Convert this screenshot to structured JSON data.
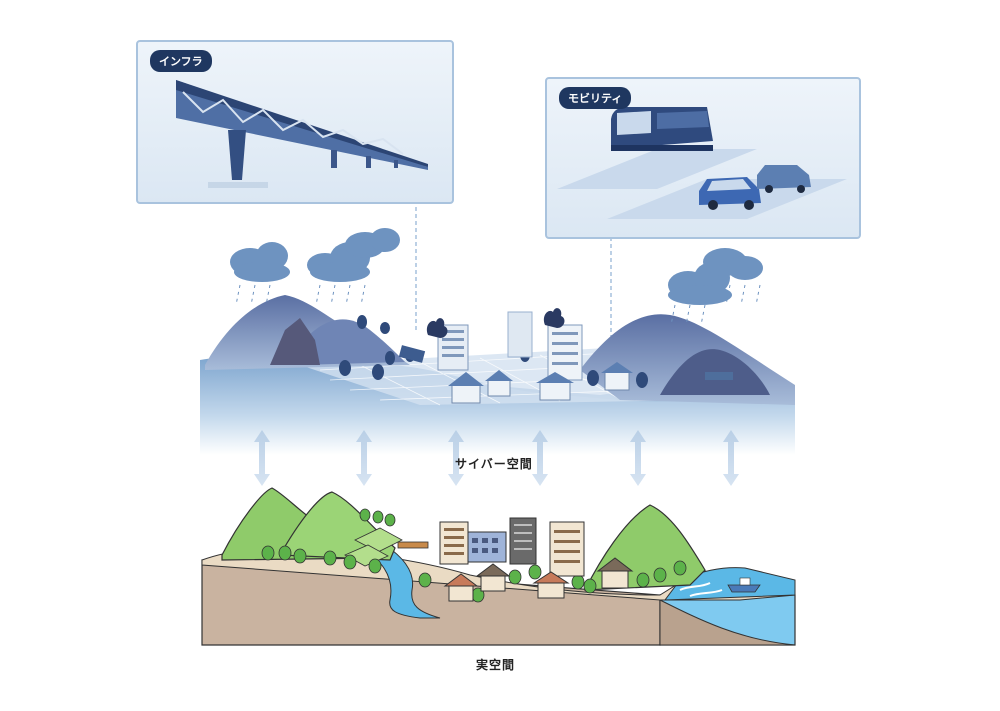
{
  "panels": {
    "infra_label": "インフラ",
    "mobility_label": "モビリティ"
  },
  "labels": {
    "cyber_space": "サイバー空間",
    "real_space": "実空間"
  },
  "colors": {
    "tag_bg": "#1f3760",
    "cyber_blue": "#5c7fb2",
    "panel_border": "#a9c3de",
    "mountain_green": "#8fcb6a",
    "water_blue": "#5bb8e6",
    "earth_brown": "#c9b3a0"
  }
}
